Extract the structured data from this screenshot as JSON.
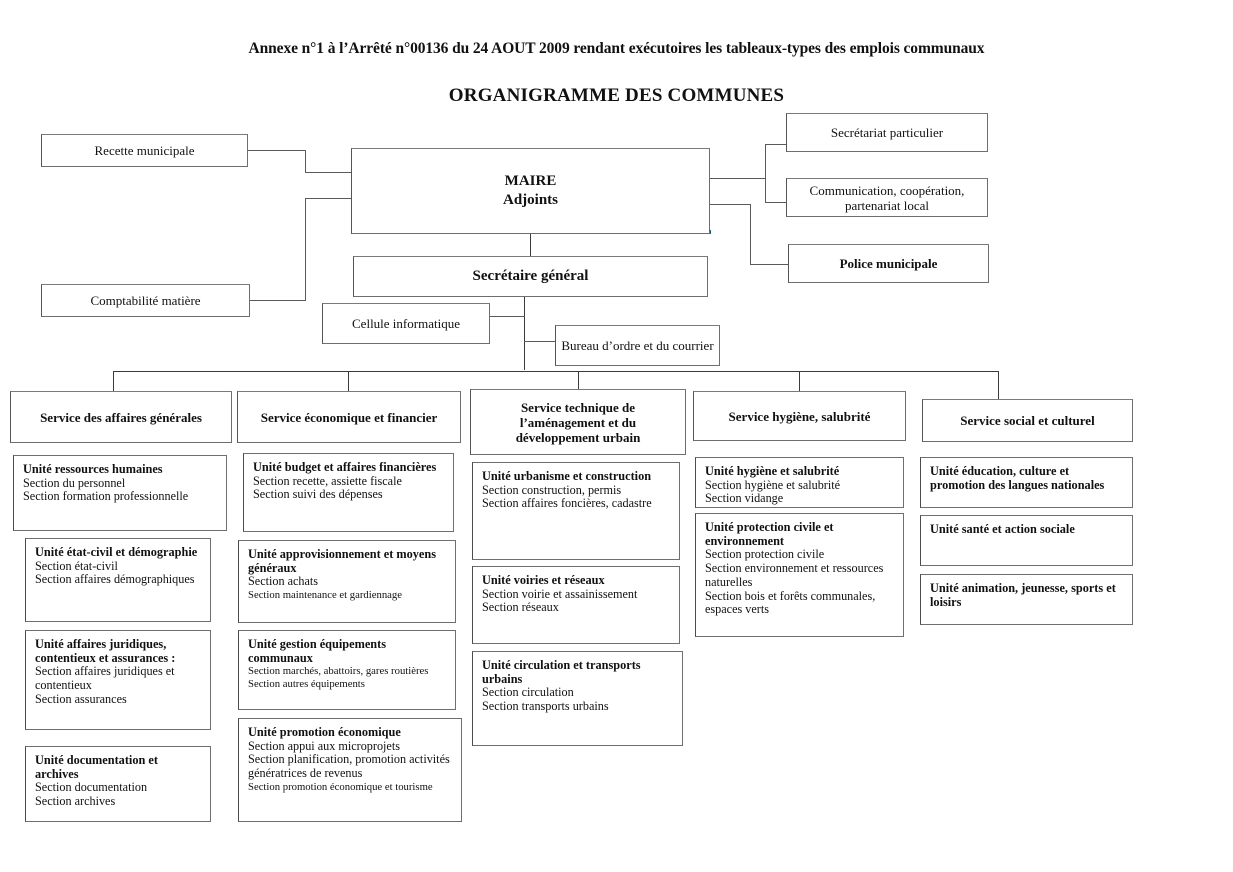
{
  "document": {
    "annex_title": "Annexe n°1 à l’Arrêté n°00136 du 24 AOUT 2009 rendant exécutoires les tableaux-types des emplois communaux",
    "chart_title": "ORGANIGRAMME DES COMMUNES"
  },
  "colors": {
    "accent_teal": "#1f6170",
    "box_border": "#6e6e6e",
    "connector": "#5a5a5a",
    "text": "#111111",
    "background": "#ffffff"
  },
  "top": {
    "maire_line1": "MAIRE",
    "maire_line2": "Adjoints",
    "secretaire_general": "Secrétaire général",
    "recette_municipale": "Recette municipale",
    "comptabilite_matiere": "Comptabilité matière",
    "secretariat_particulier": "Secrétariat particulier",
    "communication_line1": "Communication, coopération,",
    "communication_line2": "partenariat local",
    "police_municipale": "Police municipale",
    "cellule_informatique": "Cellule informatique",
    "bureau_ordre_courrier": "Bureau d’ordre et du courrier"
  },
  "services": [
    {
      "id": "affaires-generales",
      "header_lines": [
        "Service des affaires générales"
      ],
      "units": [
        {
          "title": "Unité ressources humaines",
          "sections": [
            {
              "text": "Section du personnel",
              "small": false
            },
            {
              "text": "Section formation professionnelle",
              "small": false
            }
          ]
        },
        {
          "title": "Unité état-civil et démographie",
          "sections": [
            {
              "text": "Section état-civil",
              "small": false
            },
            {
              "text": "Section affaires démographiques",
              "small": false
            }
          ]
        },
        {
          "title": "Unité affaires juridiques, contentieux et assurances :",
          "sections": [
            {
              "text": "Section affaires juridiques et contentieux",
              "small": false
            },
            {
              "text": "Section assurances",
              "small": false
            }
          ]
        },
        {
          "title": "Unité documentation et archives",
          "sections": [
            {
              "text": "Section documentation",
              "small": false
            },
            {
              "text": "Section archives",
              "small": false
            }
          ]
        }
      ]
    },
    {
      "id": "economique-financier",
      "header_lines": [
        "Service économique et financier"
      ],
      "units": [
        {
          "title": "Unité budget et affaires financières",
          "sections": [
            {
              "text": "Section recette, assiette fiscale",
              "small": false
            },
            {
              "text": "Section suivi des dépenses",
              "small": false
            }
          ]
        },
        {
          "title": "Unité approvisionnement et moyens généraux",
          "sections": [
            {
              "text": "Section achats",
              "small": false
            },
            {
              "text": "Section maintenance et gardiennage",
              "small": true
            }
          ]
        },
        {
          "title": "Unité gestion équipements communaux",
          "sections": [
            {
              "text": "Section marchés, abattoirs, gares routières",
              "small": true
            },
            {
              "text": "Section autres équipements",
              "small": true
            }
          ]
        },
        {
          "title": "Unité promotion économique",
          "sections": [
            {
              "text": "Section appui aux microprojets",
              "small": false
            },
            {
              "text": "Section planification, promotion activités génératrices de revenus",
              "small": false
            },
            {
              "text": "Section promotion économique et tourisme",
              "small": true
            }
          ]
        }
      ]
    },
    {
      "id": "technique-amenagement",
      "header_lines": [
        "Service technique de",
        "l’aménagement et du",
        "développement urbain"
      ],
      "units": [
        {
          "title": "Unité urbanisme et construction",
          "sections": [
            {
              "text": "Section construction, permis",
              "small": false
            },
            {
              "text": "Section affaires foncières, cadastre",
              "small": false
            }
          ]
        },
        {
          "title": "Unité voiries et réseaux",
          "sections": [
            {
              "text": "Section voirie et assainissement",
              "small": false
            },
            {
              "text": "Section réseaux",
              "small": false
            }
          ]
        },
        {
          "title": "Unité circulation et transports urbains",
          "sections": [
            {
              "text": "Section circulation",
              "small": false
            },
            {
              "text": "Section transports urbains",
              "small": false
            }
          ]
        }
      ]
    },
    {
      "id": "hygiene-salubrite",
      "header_lines": [
        "Service hygiène, salubrité"
      ],
      "units": [
        {
          "title": "Unité hygiène et salubrité",
          "sections": [
            {
              "text": "Section hygiène et salubrité",
              "small": false
            },
            {
              "text": "Section vidange",
              "small": false
            }
          ]
        },
        {
          "title": "Unité protection civile et environnement",
          "sections": [
            {
              "text": "Section protection civile",
              "small": false
            },
            {
              "text": "Section environnement et ressources naturelles",
              "small": false
            },
            {
              "text": "Section bois et forêts communales, espaces verts",
              "small": false
            }
          ]
        }
      ]
    },
    {
      "id": "social-culturel",
      "header_lines": [
        "Service social et culturel"
      ],
      "units": [
        {
          "title": "Unité éducation, culture et promotion des langues nationales",
          "sections": []
        },
        {
          "title": "Unité santé et action sociale",
          "sections": []
        },
        {
          "title": "Unité animation, jeunesse, sports et loisirs",
          "sections": []
        }
      ]
    }
  ]
}
